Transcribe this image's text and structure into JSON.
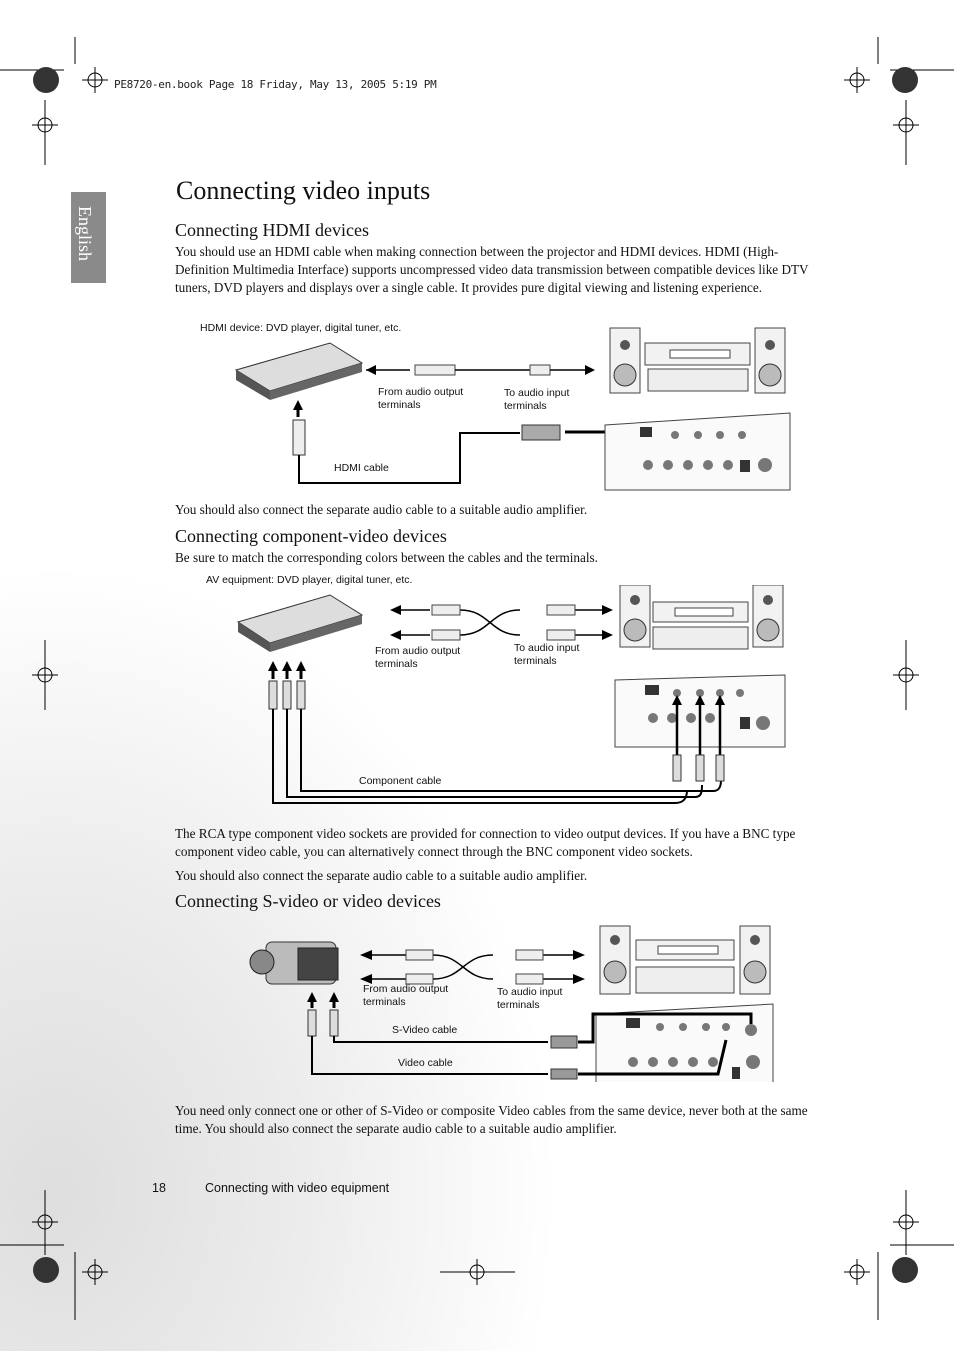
{
  "book_header": "PE8720-en.book  Page 18  Friday, May 13, 2005  5:19 PM",
  "side_tab": "English",
  "title": "Connecting video inputs",
  "hdmi": {
    "heading": "Connecting HDMI devices",
    "intro": "You should use an HDMI cable when making connection between the projector and HDMI devices. HDMI (High-Definition Multimedia Interface) supports uncompressed video data transmission between compatible devices like DTV tuners, DVD players and displays over a single cable. It provides pure digital viewing and listening experience.",
    "device_label": "HDMI device: DVD player, digital tuner, etc.",
    "from_audio": [
      "From audio output",
      "terminals"
    ],
    "to_audio": [
      "To audio input",
      "terminals"
    ],
    "cable_label": "HDMI cable",
    "note": "You should also connect the separate audio cable to a suitable audio amplifier."
  },
  "component": {
    "heading": "Connecting component-video devices",
    "intro": "Be sure to match the corresponding colors between the cables and the terminals.",
    "device_label": "AV equipment: DVD player, digital tuner, etc.",
    "from_audio": [
      "From audio output",
      "terminals"
    ],
    "to_audio": [
      "To audio input",
      "terminals"
    ],
    "cable_label": "Component cable",
    "note1": "The RCA type component video sockets are provided for connection to video output devices. If you have a BNC type component video cable, you can alternatively connect through the BNC component video sockets.",
    "note2": "You should also connect the separate audio cable to a suitable audio amplifier."
  },
  "svideo": {
    "heading": "Connecting S-video or video devices",
    "from_audio": [
      "From audio output",
      "terminals"
    ],
    "to_audio": [
      "To audio input",
      "terminals"
    ],
    "svideo_cable": "S-Video cable",
    "video_cable": "Video cable",
    "note": "You need only connect one or other of S-Video or composite Video cables from the same device, never both at the same time. You should also connect the separate audio cable to a suitable audio amplifier."
  },
  "footer": {
    "page_number": "18",
    "section": "Connecting with video equipment"
  }
}
